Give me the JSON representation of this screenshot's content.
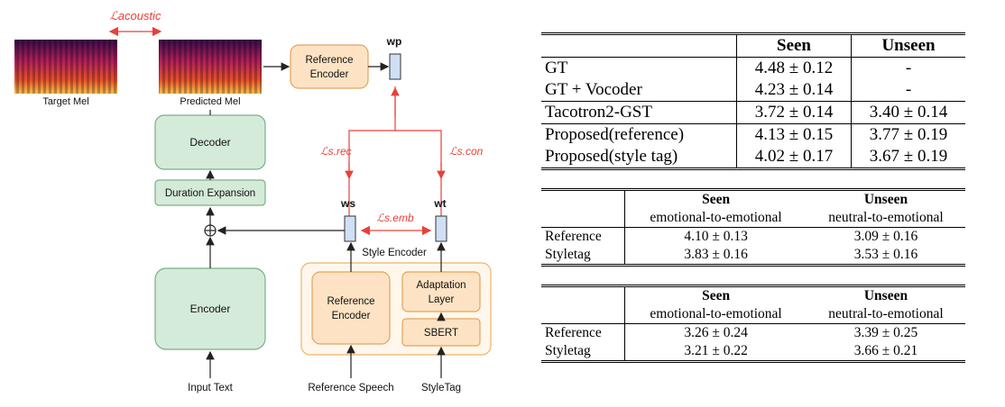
{
  "diagram": {
    "loss_acoustic": "ℒacoustic",
    "target_mel": "Target Mel",
    "predicted_mel": "Predicted Mel",
    "reference_encoder_top_l1": "Reference",
    "reference_encoder_top_l2": "Encoder",
    "wp": "wp",
    "decoder": "Decoder",
    "duration_expansion": "Duration Expansion",
    "encoder": "Encoder",
    "input_text": "Input Text",
    "loss_srec": "ℒs.rec",
    "loss_scon": "ℒs.con",
    "ws": "ws",
    "wt": "wt",
    "loss_semb": "ℒs.emb",
    "style_encoder": "Style Encoder",
    "ref_enc_bottom_l1": "Reference",
    "ref_enc_bottom_l2": "Encoder",
    "adaptation_l1": "Adaptation",
    "adaptation_l2": "Layer",
    "sbert": "SBERT",
    "reference_speech": "Reference Speech",
    "style_tag": "StyleTag"
  },
  "table1": {
    "headers": [
      "",
      "Seen",
      "Unseen"
    ],
    "rows": [
      [
        "GT",
        "4.48 ± 0.12",
        "-"
      ],
      [
        "GT + Vocoder",
        "4.23 ± 0.14",
        "-"
      ],
      [
        "Tacotron2-GST",
        "3.72 ± 0.14",
        "3.40 ± 0.14"
      ],
      [
        "Proposed(reference)",
        "4.13 ± 0.15",
        "3.77 ± 0.19"
      ],
      [
        "Proposed(style tag)",
        "4.02 ± 0.17",
        "3.67 ± 0.19"
      ]
    ]
  },
  "table2": {
    "header_top": [
      "",
      "Seen",
      "Unseen"
    ],
    "header_sub": [
      "",
      "emotional-to-emotional",
      "neutral-to-emotional"
    ],
    "rows": [
      [
        "Reference",
        "4.10 ± 0.13",
        "3.09 ± 0.16"
      ],
      [
        "Styletag",
        "3.83 ± 0.16",
        "3.53 ± 0.16"
      ]
    ]
  },
  "table3": {
    "header_top": [
      "",
      "Seen",
      "Unseen"
    ],
    "header_sub": [
      "",
      "emotional-to-emotional",
      "neutral-to-emotional"
    ],
    "rows": [
      [
        "Reference",
        "3.26 ± 0.24",
        "3.39 ± 0.25"
      ],
      [
        "Styletag",
        "3.21 ± 0.22",
        "3.66 ± 0.21"
      ]
    ]
  }
}
